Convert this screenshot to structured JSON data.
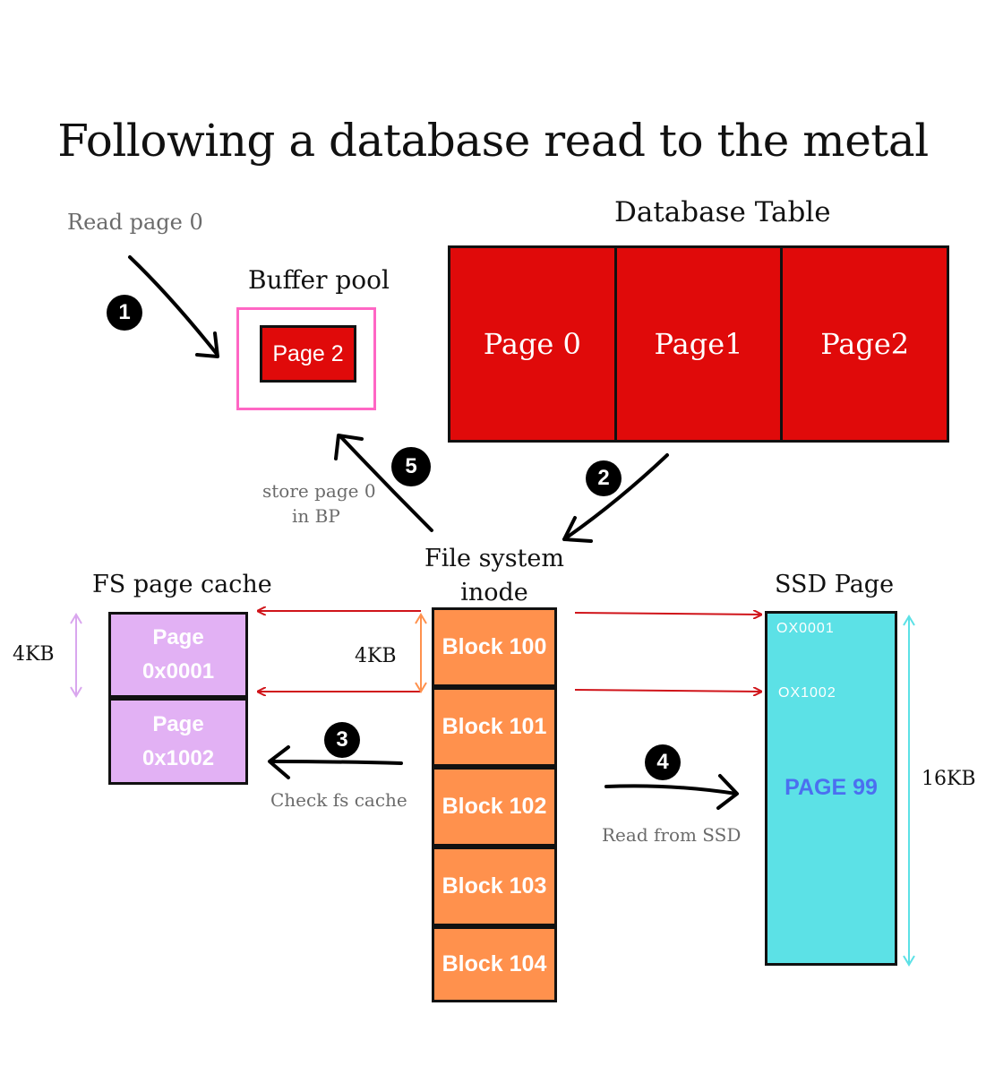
{
  "title": "Following a database read to the metal",
  "labels": {
    "read_page": "Read page 0",
    "buffer_pool": "Buffer pool",
    "database_table": "Database Table",
    "store_page_line1": "store page 0",
    "store_page_line2": "in BP",
    "fs_inode_line1": "File system",
    "fs_inode_line2": "inode",
    "fs_page_cache": "FS page cache",
    "ssd_page": "SSD Page",
    "size_4kb_left": "4KB",
    "size_4kb_mid": "4KB",
    "size_16kb": "16KB",
    "check_fs_cache": "Check fs cache",
    "read_from_ssd": "Read from SSD"
  },
  "steps": [
    "1",
    "2",
    "3",
    "4",
    "5"
  ],
  "buffer_pool_page": "Page 2",
  "table_pages": [
    "Page 0",
    "Page1",
    "Page2"
  ],
  "fs_cache_pages": [
    {
      "line1": "Page",
      "line2": "0x0001"
    },
    {
      "line1": "Page",
      "line2": "0x1002"
    }
  ],
  "blocks": [
    "Block 100",
    "Block 101",
    "Block 102",
    "Block 103",
    "Block 104"
  ],
  "ssd": {
    "addr1": "OX0001",
    "addr2": "OX1002",
    "page_label": "PAGE 99"
  },
  "colors": {
    "table_red": "#e00a0a",
    "block_orange": "#ff914d",
    "cache_purple": "#e2b1f4",
    "ssd_cyan": "#5ce1e6",
    "buffer_pink": "#ff66c4",
    "pointer_red": "#d0141a",
    "ssd_text_blue": "#4b6ff0"
  }
}
